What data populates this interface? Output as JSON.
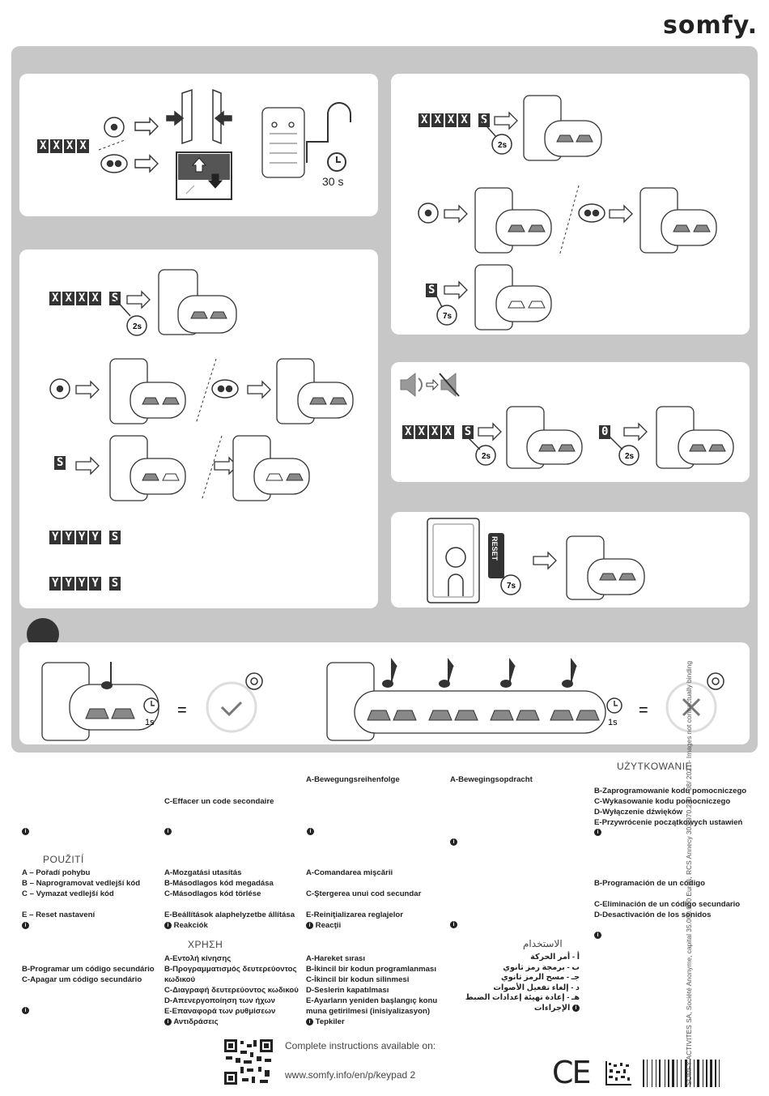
{
  "brand": "somfy.",
  "codes": {
    "xxxx": [
      "X",
      "X",
      "X",
      "X"
    ],
    "yyyy": [
      "Y",
      "Y",
      "Y",
      "Y"
    ],
    "s": "S",
    "zero": "0"
  },
  "timers": {
    "t30": "30 s",
    "t2": "2s",
    "t7": "7s",
    "t1": "1s"
  },
  "reset_label": "RESET",
  "eq": "=",
  "headers": {
    "uzytkowanie": "UŻYTKOWANIE",
    "pouziti": "POUŽITÍ",
    "chrisi": "ΧΡΗΣΗ",
    "arabic": "الاستخدام"
  },
  "lines": {
    "de_a": "A-Bewegungsreihenfolge",
    "nl_a": "A-Bewegingsopdracht",
    "fr_c": "C-Effacer un code secondaire",
    "pl_b": "B-Zaprogramowanie kodu pomocniczego",
    "pl_c": "C-Wykasowanie kodu pomocniczego",
    "pl_d": "D-Wyłączenie dźwięków",
    "pl_e": "E-Przywrócenie początkowych ustawień",
    "cs_a": "A – Pořadí pohybu",
    "cs_b": "B – Naprogramovat vedlejší kód",
    "cs_c": "C – Vymazat vedlejší kód",
    "cs_e": "E – Reset nastavení",
    "hu_a": "A-Mozgatási utasítás",
    "hu_b": "B-Másodlagos kód megadása",
    "hu_c": "C-Másodlagos kód törlése",
    "hu_e": "E-Beállítások alaphelyzetbe állítása",
    "hu_r": "Reakciók",
    "ro_a": "A-Comandarea mişcării",
    "ro_c": "C-Ştergerea unui cod secundar",
    "ro_e": "E-Reiniţializarea reglajelor",
    "ro_r": "Reacţii",
    "es_b": "B-Programación de un código",
    "es_c": "C-Eliminación de un código secundario",
    "es_d": "D-Desactivación de los sonidos",
    "pt_b": "B-Programar um código secundário",
    "pt_c": "C-Apagar um código secundário",
    "el_a": "A-Εντολή κίνησης",
    "el_b1": "B-Προγραμματισμός δευτερεύοντος",
    "el_b2": "κωδικού",
    "el_c": "C-Διαγραφή δευτερεύοντος κωδικού",
    "el_d": "D-Απενεργοποίηση των ήχων",
    "el_e": "E-Επαναφορά των ρυθμίσεων",
    "el_r": "Αντιδράσεις",
    "tr_a": "A-Hareket sırası",
    "tr_b": "B-İkincil bir kodun programlanması",
    "tr_c": "C-İkincil bir kodun silinmesi",
    "tr_d": "D-Seslerin kapatılması",
    "tr_e1": "E-Ayarların yeniden başlangıç konu",
    "tr_e2": "muna getirilmesi (inisiyalizasyon)",
    "tr_r": "Tepkiler",
    "ar_a": "أ - أمر الحركة",
    "ar_b": "ب - برمجة رمز ثانوي",
    "ar_c": "جـ - مسح الرمز ثانوي",
    "ar_d": "د - إلغاء تفعيل الأصوات",
    "ar_e": "هـ - إعادة تهيئة إعدادات الضبط",
    "ar_r": "الإجراءات"
  },
  "info_glyph": "i",
  "footer": {
    "instructions": "Complete instructions available on:",
    "url": "www.somfy.info/en/p/keypad 2",
    "ce": "CE"
  },
  "side_text": "SOMFY ACTIVITES SA, Société Anonyme, capital 35.000.000 Euros, RCS Annecy 303.970.230 - 08/ 2021 - Images not contractually binding"
}
